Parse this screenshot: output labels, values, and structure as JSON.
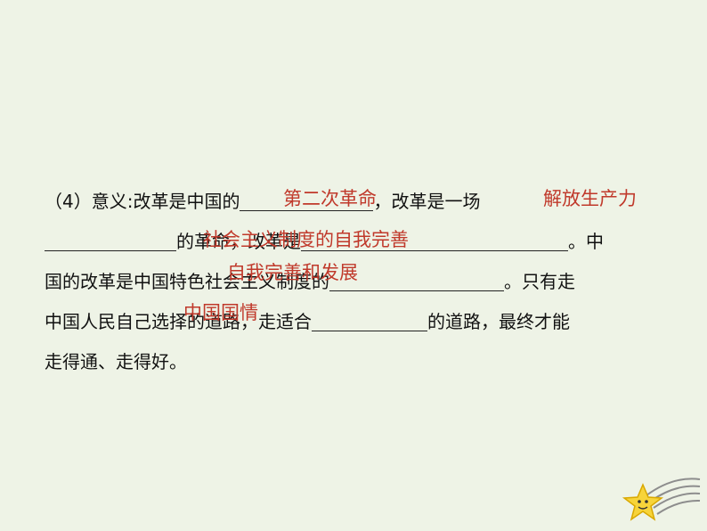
{
  "paragraph": {
    "line1": {
      "a": "（4）意义:改革是中国的",
      "b": "，改革是一场",
      "ans1": "第二次革命",
      "ans2": "解放生产力"
    },
    "line2": {
      "a": "的革命，改革是",
      "b": "。中",
      "ans1": "社会主义制度的自我完善"
    },
    "line3": {
      "a": "国的改革是中国特色社会主义制度的",
      "b": "。只有走",
      "ans1": "自我完善和发展"
    },
    "line4": {
      "a": "中国人民自己选择的道路，走适合",
      "b": "的道路，最终才能",
      "ans1": "中国国情"
    },
    "line5": {
      "a": "走得通、走得好。"
    }
  },
  "decor": {
    "star_color": "#f7d43a",
    "swoosh_color": "#8d8d8d",
    "answer_color": "#c0392b"
  }
}
